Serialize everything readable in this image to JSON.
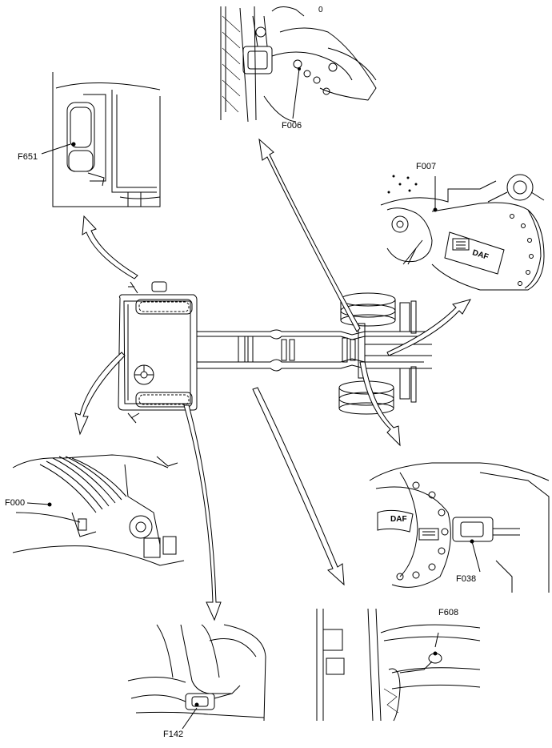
{
  "labels": {
    "f006": "F006",
    "f007": "F007",
    "f651": "F651",
    "f000": "F000",
    "f038": "F038",
    "f142": "F142",
    "f608": "F608",
    "top_mark": "0"
  },
  "logos": {
    "daf_top_right": "DAF",
    "daf_axle": "DAF"
  }
}
